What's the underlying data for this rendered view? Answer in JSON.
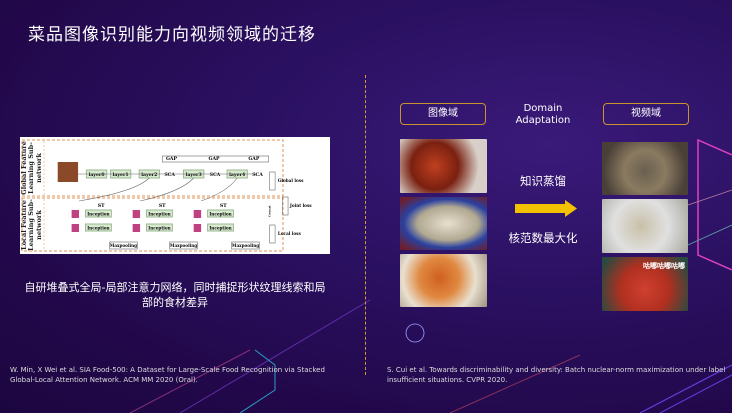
{
  "title": "菜品图像识别能力向视频领域的迁移",
  "diagram": {
    "global_branch_label": "Global Feature Learning Sub-network",
    "local_branch_label": "Local Feature Learning Sub-network",
    "layers": [
      "layer0",
      "layer1",
      "layer2",
      "layer3",
      "layer4"
    ],
    "sca": "SCA",
    "gap": "GAP",
    "st": "ST",
    "inception": "Inception",
    "maxpooling": "Maxpooling",
    "concat": "Concat",
    "global_loss": "Global loss",
    "joint_loss": "Joint loss",
    "local_loss": "Local loss"
  },
  "caption": "自研堆叠式全局-局部注意力网络，同时捕捉形状纹理线索和局部的食材差异",
  "citation_left": "W. Min, X Wei et al. SIA Food-500: A Dataset for Large-Scale Food Recognition via Stacked Global-Local Attention Network. ACM MM 2020 (Oral).",
  "citation_right": "S. Cui et al. Towards discriminability and diversity: Batch nuclear-norm maximization under label insufficient situations. CVPR 2020.",
  "domain": {
    "source": "图像域",
    "target": "视频域",
    "method": "Domain Adaptation",
    "step1": "知识蒸馏",
    "step2": "核范数最大化",
    "video_overlay": "咕嘟咕嘟咕嘟"
  },
  "colors": {
    "accent": "#c8952c",
    "arrow": "#f2c200"
  }
}
